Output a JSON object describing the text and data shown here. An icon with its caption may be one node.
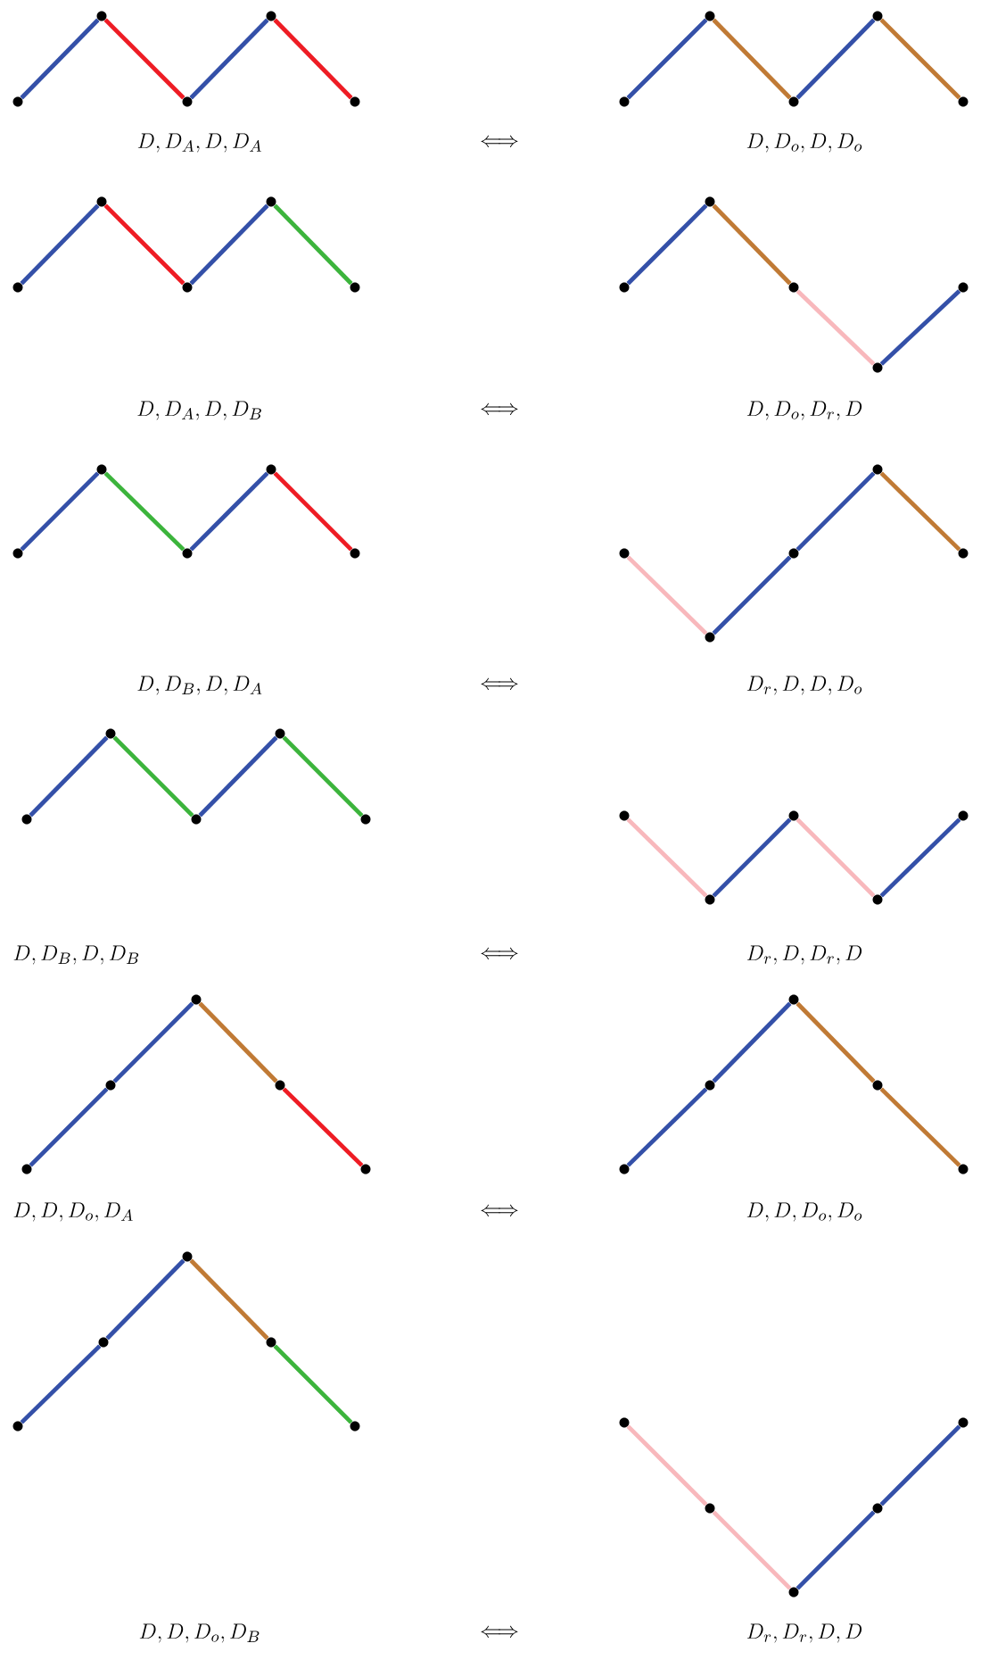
{
  "diagram": {
    "nodes": [
      {
        "text": [],
        "shape": "circle"
      },
      {
        "text": [],
        "shape": "circle"
      },
      {
        "text": [],
        "shape": "circle"
      },
      {
        "text": [],
        "shape": "circle"
      },
      {
        "text": [],
        "shape": "circle"
      },
      {
        "text": [],
        "shape": "circle"
      },
      {
        "text": [],
        "shape": "circle"
      },
      {
        "text": [],
        "shape": "circle"
      },
      {
        "text": [],
        "shape": "circle"
      },
      {
        "text": [],
        "shape": "circle"
      },
      {
        "text": [],
        "shape": "circle"
      },
      {
        "text": [],
        "shape": "circle"
      },
      {
        "text": [],
        "shape": "circle"
      },
      {
        "text": [],
        "shape": "circle"
      },
      {
        "text": [],
        "shape": "circle"
      },
      {
        "text": [],
        "shape": "circle"
      },
      {
        "text": [],
        "shape": "circle"
      },
      {
        "text": [],
        "shape": "circle"
      },
      {
        "text": [],
        "shape": "circle"
      },
      {
        "text": [],
        "shape": "circle"
      },
      {
        "text": [],
        "shape": "circle"
      },
      {
        "text": [],
        "shape": "circle"
      },
      {
        "text": [],
        "shape": "circle"
      },
      {
        "text": [],
        "shape": "circle"
      },
      {
        "text": [],
        "shape": "circle"
      },
      {
        "text": [],
        "shape": "circle"
      },
      {
        "text": [],
        "shape": "circle"
      },
      {
        "text": [],
        "shape": "circle"
      },
      {
        "text": [],
        "shape": "circle"
      },
      {
        "text": [],
        "shape": "circle"
      },
      {
        "text": [],
        "shape": "circle"
      },
      {
        "text": [],
        "shape": "circle"
      },
      {
        "text": [],
        "shape": "circle"
      },
      {
        "text": [],
        "shape": "circle"
      },
      {
        "text": [],
        "shape": "circle"
      },
      {
        "text": [],
        "shape": "circle"
      },
      {
        "text": [],
        "shape": "circle"
      },
      {
        "text": [],
        "shape": "circle"
      },
      {
        "text": [],
        "shape": "circle"
      },
      {
        "text": [],
        "shape": "circle"
      },
      {
        "text": [],
        "shape": "circle"
      },
      {
        "text": [],
        "shape": "circle"
      },
      {
        "text": [],
        "shape": "circle"
      },
      {
        "text": [],
        "shape": "circle"
      },
      {
        "text": [],
        "shape": "circle"
      },
      {
        "text": [],
        "shape": "circle"
      },
      {
        "text": [],
        "shape": "circle"
      },
      {
        "text": [],
        "shape": "circle"
      },
      {
        "text": [],
        "shape": "circle"
      },
      {
        "text": [],
        "shape": "circle"
      },
      {
        "text": [],
        "shape": "circle"
      },
      {
        "text": [],
        "shape": "circle"
      },
      {
        "text": [],
        "shape": "circle"
      },
      {
        "text": [],
        "shape": "circle"
      },
      {
        "text": [],
        "shape": "circle"
      },
      {
        "text": [],
        "shape": "circle"
      },
      {
        "text": [],
        "shape": "circle"
      },
      {
        "text": [],
        "shape": "circle"
      },
      {
        "text": [],
        "shape": "circle"
      },
      {
        "text": [],
        "shape": "circle"
      }
    ],
    "edges": [
      {
        "from": 0,
        "to": 1,
        "arrow": "none"
      },
      {
        "from": 1,
        "to": 2,
        "arrow": "none",
        "color": "#ee1c24"
      },
      {
        "from": 2,
        "to": 3,
        "arrow": "none"
      },
      {
        "from": 3,
        "to": 4,
        "arrow": "none",
        "color": "#ee1c24"
      },
      {
        "from": 5,
        "to": 6,
        "arrow": "none"
      },
      {
        "from": 6,
        "to": 7,
        "arrow": "none",
        "color": "#c07a35"
      },
      {
        "from": 7,
        "to": 8,
        "arrow": "none"
      },
      {
        "from": 8,
        "to": 9,
        "arrow": "none",
        "color": "#c07a35"
      },
      {
        "from": 10,
        "to": 11,
        "arrow": "none"
      },
      {
        "from": 11,
        "to": 12,
        "arrow": "none",
        "color": "#ee1c24"
      },
      {
        "from": 12,
        "to": 13,
        "arrow": "none"
      },
      {
        "from": 13,
        "to": 14,
        "arrow": "none",
        "color": "#3cb43c"
      },
      {
        "from": 15,
        "to": 16,
        "arrow": "none"
      },
      {
        "from": 16,
        "to": 17,
        "arrow": "none",
        "color": "#c07a35"
      },
      {
        "from": 17,
        "to": 18,
        "arrow": "none",
        "color": "#f8b8bc"
      },
      {
        "from": 18,
        "to": 19,
        "arrow": "none"
      },
      {
        "from": 20,
        "to": 21,
        "arrow": "none"
      },
      {
        "from": 21,
        "to": 22,
        "arrow": "none",
        "color": "#3cb43c"
      },
      {
        "from": 22,
        "to": 23,
        "arrow": "none"
      },
      {
        "from": 23,
        "to": 24,
        "arrow": "none",
        "color": "#ee1c24"
      },
      {
        "from": 25,
        "to": 26,
        "arrow": "none",
        "color": "#f8b8bc"
      },
      {
        "from": 26,
        "to": 27,
        "arrow": "none"
      },
      {
        "from": 27,
        "to": 28,
        "arrow": "none"
      },
      {
        "from": 28,
        "to": 29,
        "arrow": "none",
        "color": "#c07a35"
      },
      {
        "from": 30,
        "to": 31,
        "arrow": "none"
      },
      {
        "from": 31,
        "to": 32,
        "arrow": "none",
        "color": "#3cb43c"
      },
      {
        "from": 32,
        "to": 33,
        "arrow": "none"
      },
      {
        "from": 33,
        "to": 34,
        "arrow": "none",
        "color": "#3cb43c"
      },
      {
        "from": 35,
        "to": 36,
        "arrow": "none",
        "color": "#f8b8bc"
      },
      {
        "from": 36,
        "to": 37,
        "arrow": "none"
      },
      {
        "from": 37,
        "to": 38,
        "arrow": "none",
        "color": "#f8b8bc"
      },
      {
        "from": 38,
        "to": 39,
        "arrow": "none"
      },
      {
        "from": 40,
        "to": 41,
        "arrow": "none"
      },
      {
        "from": 41,
        "to": 42,
        "arrow": "none"
      },
      {
        "from": 42,
        "to": 43,
        "arrow": "none",
        "color": "#c07a35"
      },
      {
        "from": 43,
        "to": 44,
        "arrow": "none",
        "color": "#ee1c24"
      },
      {
        "from": 45,
        "to": 46,
        "arrow": "none"
      },
      {
        "from": 46,
        "to": 47,
        "arrow": "none"
      },
      {
        "from": 47,
        "to": 48,
        "arrow": "none",
        "color": "#c07a35"
      },
      {
        "from": 48,
        "to": 49,
        "arrow": "none",
        "color": "#c07a35"
      },
      {
        "from": 50,
        "to": 51,
        "arrow": "none"
      },
      {
        "from": 51,
        "to": 52,
        "arrow": "none"
      },
      {
        "from": 52,
        "to": 53,
        "arrow": "none",
        "color": "#c07a35"
      },
      {
        "from": 53,
        "to": 54,
        "arrow": "none",
        "color": "#3cb43c"
      },
      {
        "from": 55,
        "to": 56,
        "arrow": "none",
        "color": "#f8b8bc"
      },
      {
        "from": 56,
        "to": 57,
        "arrow": "none",
        "color": "#f8b8bc"
      },
      {
        "from": 57,
        "to": 58,
        "arrow": "none"
      },
      {
        "from": 58,
        "to": 59,
        "arrow": "none"
      }
    ],
    "labels": [
      "D, D_A, D, D_A",
      "\\Longleftrightarrow",
      "D, D_o, D, D_o",
      "D, D_A, D, D_B",
      "\\Longleftrightarrow",
      "D, D_o, D_r, D",
      "D, D_B, D, D_A",
      "\\Longleftrightarrow",
      "D_r, D, D, D_o",
      "D, D_B, D, D_B",
      "\\Longleftrightarrow",
      "D_r, D, D_r, D",
      "D, D, D_o, D_A",
      "\\Longleftrightarrow",
      "D, D, D_o, D_o",
      "D, D, D_o, D_B",
      "\\Longleftrightarrow",
      "D_r, D_r, D, D"
    ]
  }
}
